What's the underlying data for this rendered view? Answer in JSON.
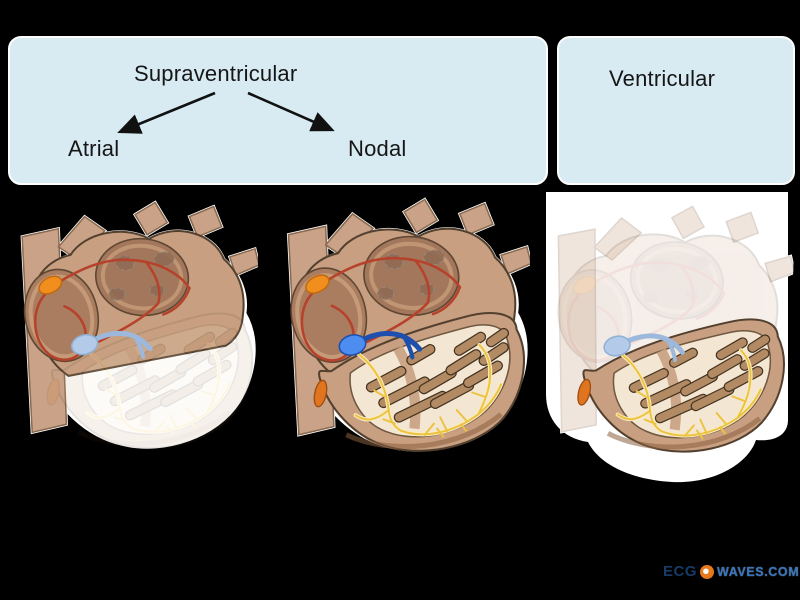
{
  "taxonomy": {
    "supraventricular_label": "Supraventricular",
    "atrial_label": "Atrial",
    "nodal_label": "Nodal",
    "ventricular_label": "Ventricular"
  },
  "hearts": [
    {
      "name": "heart-illustration-atrial",
      "highlight": "atria"
    },
    {
      "name": "heart-illustration-nodal",
      "highlight": "av-node"
    },
    {
      "name": "heart-illustration-ventricular",
      "highlight": "ventricles"
    }
  ],
  "watermark": {
    "prefix": "ECG",
    "icon": "swirl-icon",
    "suffix": "WAVES.COM"
  },
  "colors": {
    "background": "#000000",
    "panel_fill": "#d8ebf3",
    "panel_border": "#fdfdfd",
    "text": "#161616",
    "sa_node_orange": "#f28e1e",
    "conduction_red": "#b7422c",
    "av_node_blue": "#4d8df0",
    "bundle_blue": "#1d4fae",
    "purkinje_yellow": "#edc23f",
    "heart_wall_tan": "#c8a081",
    "logo_dark_blue": "#173a66",
    "logo_light_blue": "#3575c0",
    "logo_orange": "#e87a1e"
  }
}
